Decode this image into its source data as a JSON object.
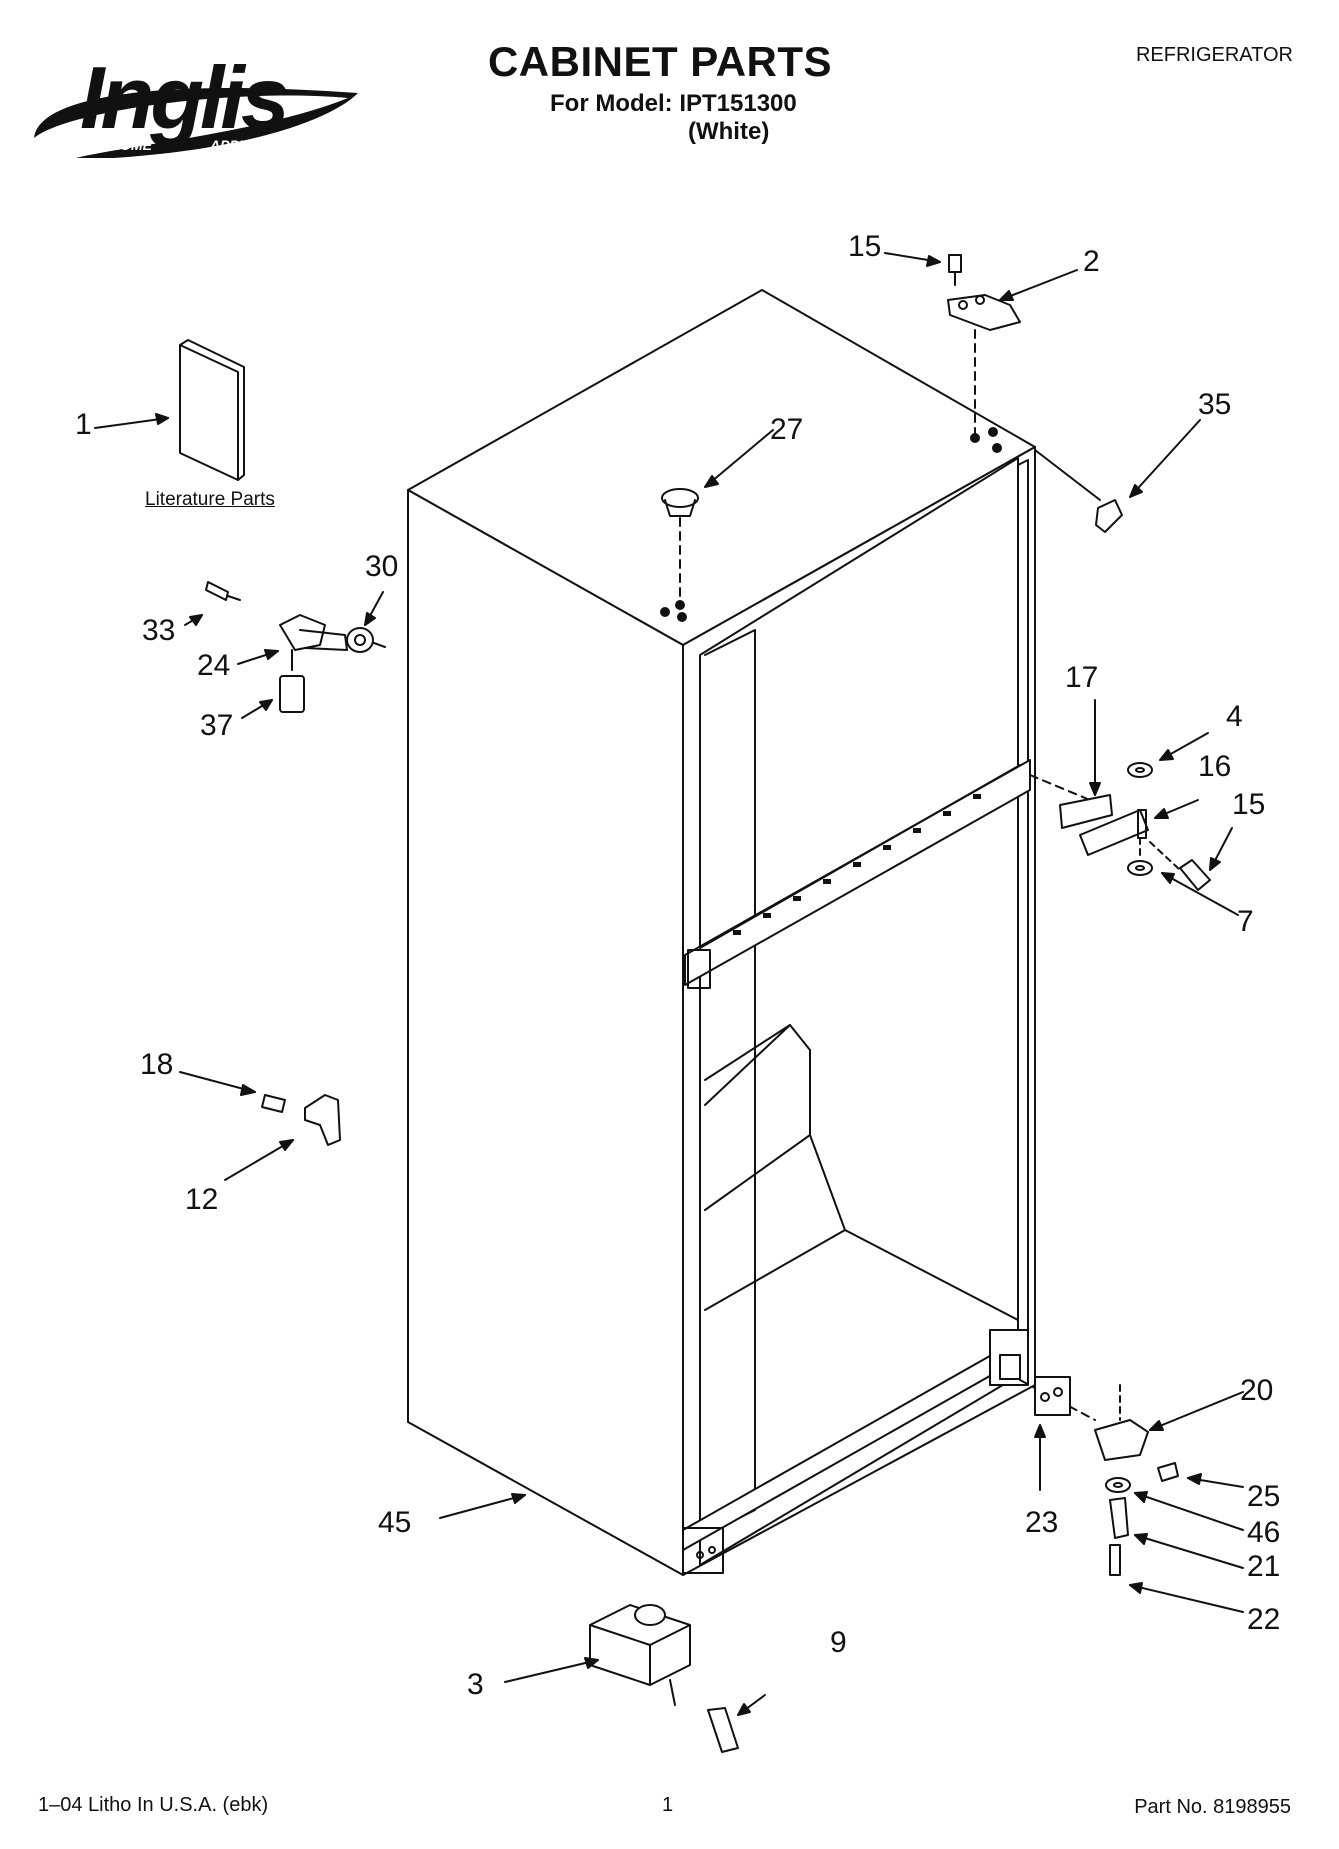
{
  "header": {
    "logo_brand": "Inglis",
    "logo_tagline_left": "HOME",
    "logo_tagline_right": "APPLIANCES",
    "title": "CABINET PARTS",
    "model_line": "For Model: IPT151300",
    "color_line": "(White)",
    "category": "REFRIGERATOR"
  },
  "diagram": {
    "literature_label": "Literature Parts",
    "callouts": [
      "1",
      "2",
      "3",
      "4",
      "7",
      "9",
      "12",
      "15",
      "15",
      "16",
      "17",
      "18",
      "20",
      "21",
      "22",
      "23",
      "24",
      "25",
      "27",
      "30",
      "33",
      "35",
      "37",
      "45",
      "46"
    ]
  },
  "footer": {
    "litho": "1–04 Litho In U.S.A. (ebk)",
    "page": "1",
    "part_no": "Part No. 8198955"
  }
}
